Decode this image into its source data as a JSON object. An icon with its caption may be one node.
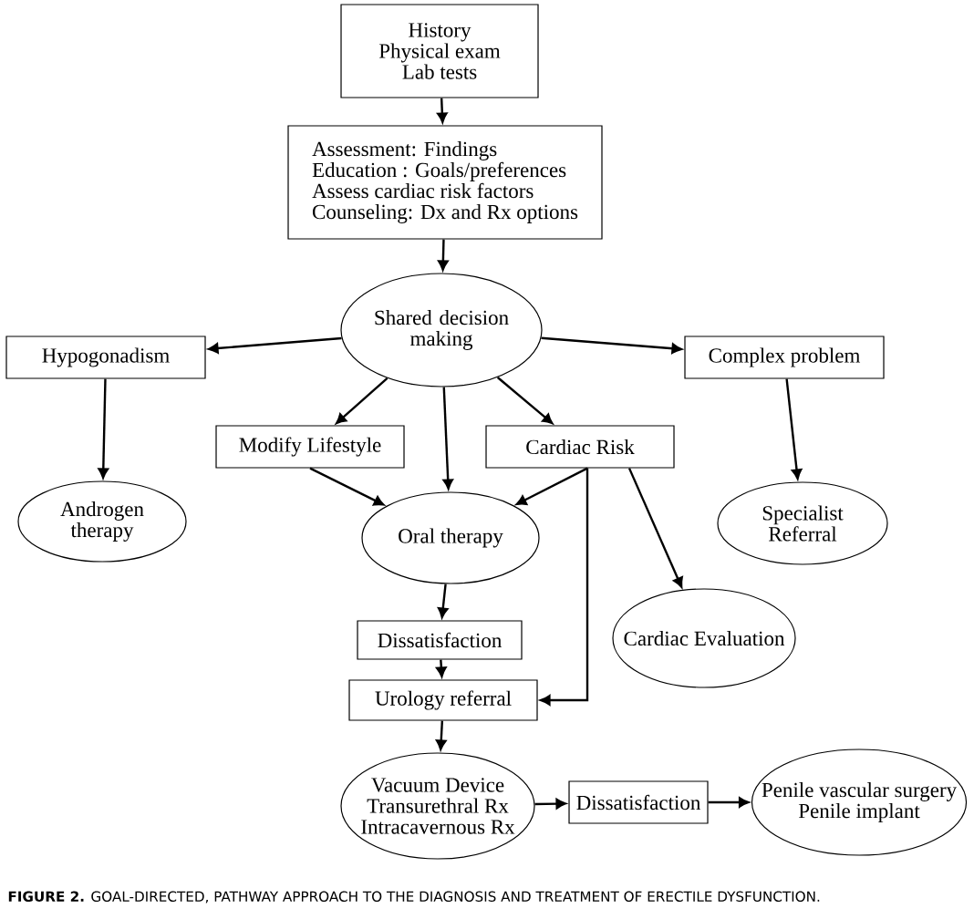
{
  "diagram": {
    "caption": "**FIGURE 2.** GOAL-DIRECTED, PATHWAY APPROACH TO THE DIAGNOSIS AND TREATMENT OF ERECTILE DYSFUNCTION.",
    "nodes": [
      {
        "text": [
          "History",
          "Physical exam",
          "Lab tests"
        ]
      },
      {
        "text": [
          "Assessment: Findings",
          "Education : Goals/preferences",
          "Assess cardiac risk factors",
          "Counseling: Dx and Rx options"
        ]
      },
      {
        "text": [
          "Shared decision making"
        ]
      },
      {
        "text": [
          "Hypogonadism"
        ]
      },
      {
        "text": [
          "Complex problem"
        ]
      },
      {
        "text": [
          "Modify Lifestyle"
        ]
      },
      {
        "text": [
          "Cardiac Risk"
        ]
      },
      {
        "text": [
          "Androgen therapy"
        ]
      },
      {
        "text": [
          "Oral therapy"
        ]
      },
      {
        "text": [
          "Specialist Referral"
        ]
      },
      {
        "text": [
          "Cardiac Evaluation"
        ]
      },
      {
        "text": [
          "Dissatisfaction"
        ]
      },
      {
        "text": [
          "Urology referral"
        ]
      },
      {
        "text": [
          "Vacuum Device",
          "Transurethral Rx",
          "Intracavernous Rx"
        ]
      },
      {
        "text": [
          "Dissatisfaction"
        ]
      },
      {
        "text": [
          "Penile vascular surgery",
          "Penile implant"
        ]
      }
    ],
    "edges": [
      {
        "from": 0,
        "to": 1,
        "arrow": "to"
      },
      {
        "from": 1,
        "to": 2,
        "arrow": "to"
      },
      {
        "from": 2,
        "to": 3,
        "arrow": "to"
      },
      {
        "from": 2,
        "to": 4,
        "arrow": "to"
      },
      {
        "from": 2,
        "to": 5,
        "arrow": "to"
      },
      {
        "from": 2,
        "to": 8,
        "arrow": "to"
      },
      {
        "from": 2,
        "to": 6,
        "arrow": "to"
      },
      {
        "from": 3,
        "to": 7,
        "arrow": "to"
      },
      {
        "from": 4,
        "to": 9,
        "arrow": "to"
      },
      {
        "from": 5,
        "to": 8,
        "arrow": "to"
      },
      {
        "from": 6,
        "to": 8,
        "arrow": "to"
      },
      {
        "from": 6,
        "to": 10,
        "arrow": "to"
      },
      {
        "from": 6,
        "to": 12,
        "arrow": "to"
      },
      {
        "from": 8,
        "to": 11,
        "arrow": "to"
      },
      {
        "from": 11,
        "to": 12,
        "arrow": "to"
      },
      {
        "from": 12,
        "to": 13,
        "arrow": "to"
      },
      {
        "from": 13,
        "to": 14,
        "arrow": "to"
      },
      {
        "from": 14,
        "to": 15,
        "arrow": "to"
      }
    ]
  }
}
